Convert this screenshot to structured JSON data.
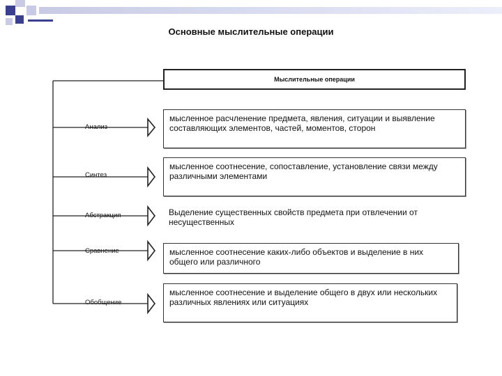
{
  "slide": {
    "title": "Основные мыслительные операции"
  },
  "header": {
    "label": "Мыслительные операции"
  },
  "operations": [
    {
      "name": "Анализ",
      "definition": "мысленное расчленение предмета, явления, ситуации и выявление составляющих элементов, частей, моментов, сторон"
    },
    {
      "name": "Синтез",
      "definition": "мысленное соотнесение, сопоставление, установление связи между различными элементами"
    },
    {
      "name": "Абстракция",
      "definition": "Выделение  существенных свойств предмета при отвлечении от несущественных"
    },
    {
      "name": "Сравнение",
      "definition": "мысленное соотнесение каких-либо объектов и выделение в них общего или различного"
    },
    {
      "name": "Обобщение",
      "definition": "мысленное соотнесение и выделение общего в двух или нескольких различных явлениях или ситуациях"
    }
  ],
  "colors": {
    "deco_dark": "#3a3f8f",
    "deco_light": "#c9cbe6",
    "line": "#222222"
  }
}
